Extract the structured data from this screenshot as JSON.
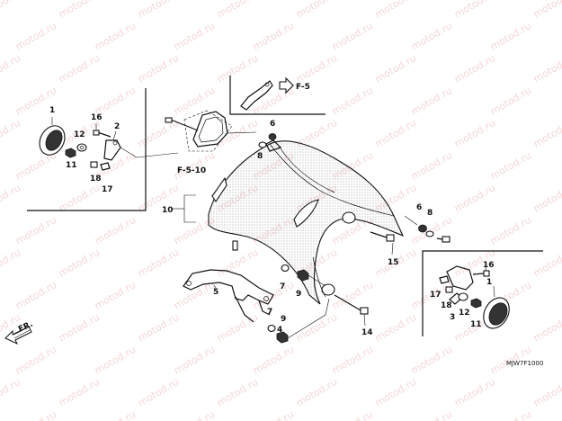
{
  "watermark": "motod.ru",
  "diagram_code": "MJW7F1000",
  "direction_label": "FR.",
  "refs": {
    "f5": "F-5",
    "f510": "F-5-10"
  },
  "callouts": {
    "c1a": "1",
    "c16a": "16",
    "c2": "2",
    "c12a": "12",
    "c11a": "11",
    "c18a": "18",
    "c17a": "17",
    "c6a": "6",
    "c8a": "8",
    "c10": "10",
    "c6b": "6",
    "c8b": "8",
    "c15": "15",
    "c16b": "16",
    "c1b": "1",
    "c17b": "17",
    "c18b": "18",
    "c3": "3",
    "c12b": "12",
    "c11b": "11",
    "c5": "5",
    "c7a": "7",
    "c9a": "9",
    "c7b": "7",
    "c9b": "9",
    "c4": "4",
    "c14": "14"
  }
}
